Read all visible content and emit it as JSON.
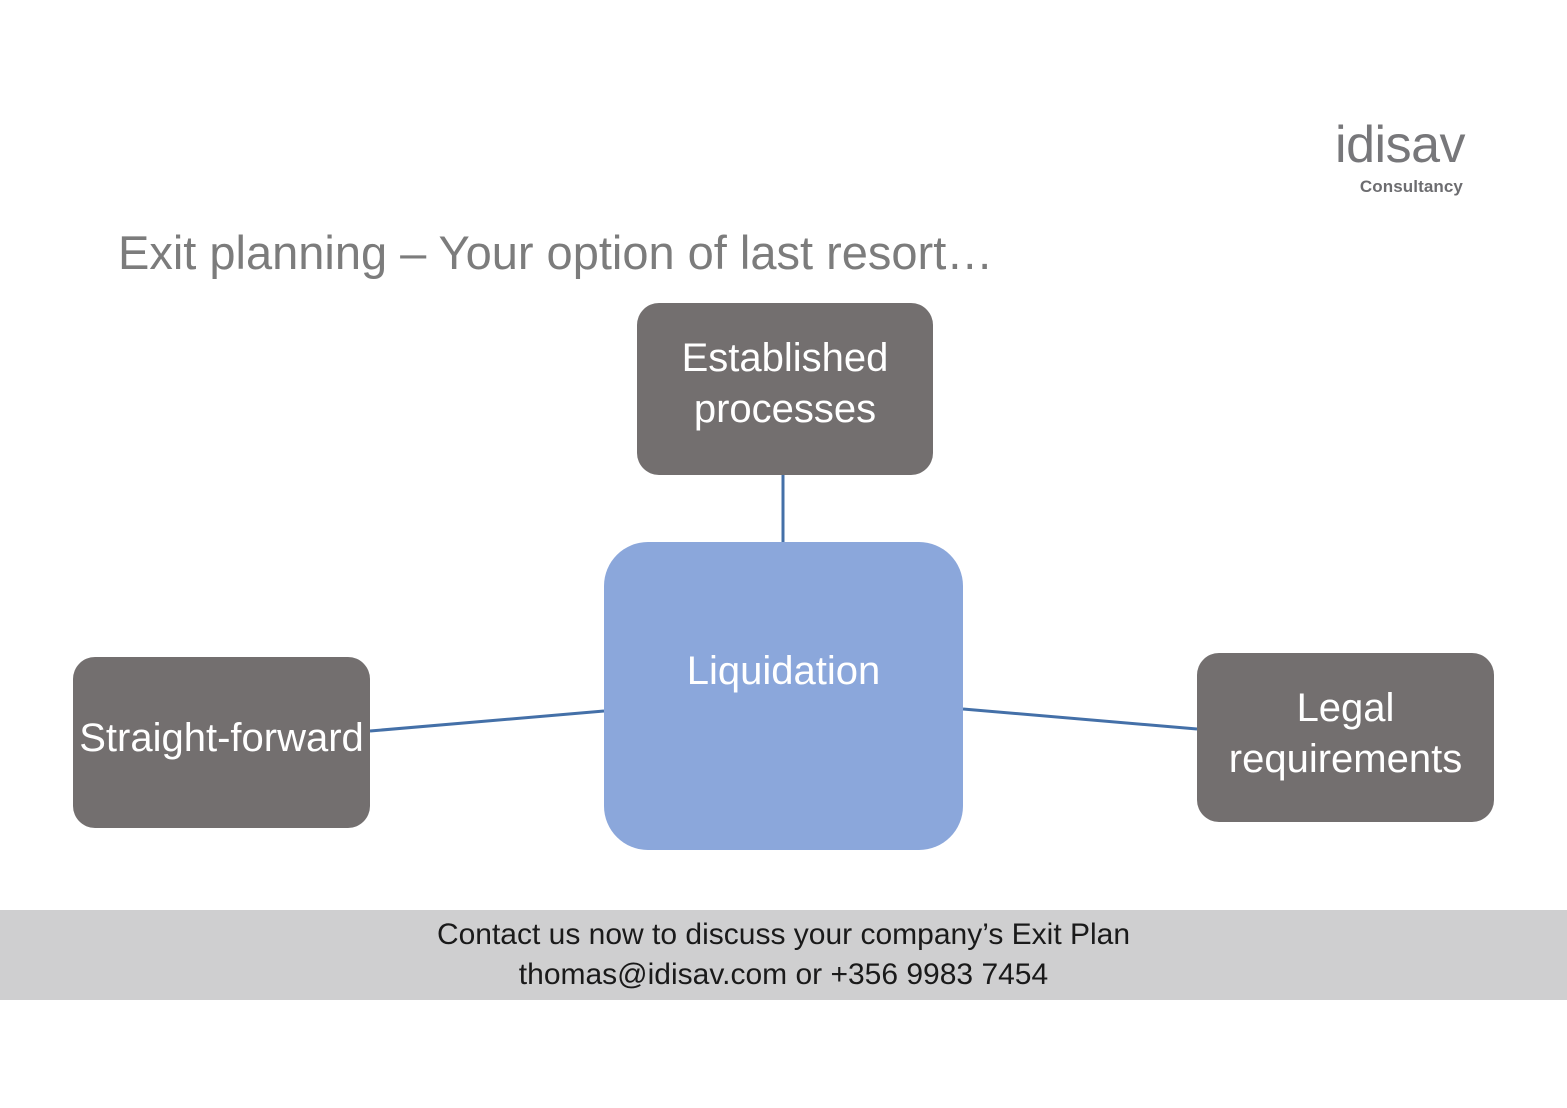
{
  "slide": {
    "background_color": "#ffffff",
    "title": "Exit planning – Your option of last resort…"
  },
  "logo": {
    "wordmark": "idisav",
    "subtitle": "Consultancy",
    "color": "#77777a"
  },
  "diagram": {
    "type": "hub-and-spoke",
    "center": {
      "label": "Liquidation",
      "fill": "#8ba7db",
      "text_color": "#ffffff"
    },
    "satellites": [
      {
        "id": "top",
        "label": "Established processes",
        "position": "top",
        "fill": "#736f6f",
        "text_color": "#ffffff"
      },
      {
        "id": "left",
        "label": "Straight-forward",
        "position": "left",
        "fill": "#736f6f",
        "text_color": "#ffffff"
      },
      {
        "id": "right",
        "label": "Legal requirements",
        "position": "right",
        "fill": "#736f6f",
        "text_color": "#ffffff"
      }
    ],
    "connector_color": "#4470a8"
  },
  "footer": {
    "background_color": "#cfcfd0",
    "line1": "Contact us now to discuss your company’s Exit Plan",
    "line2": "thomas@idisav.com or +356 9983 7454"
  }
}
